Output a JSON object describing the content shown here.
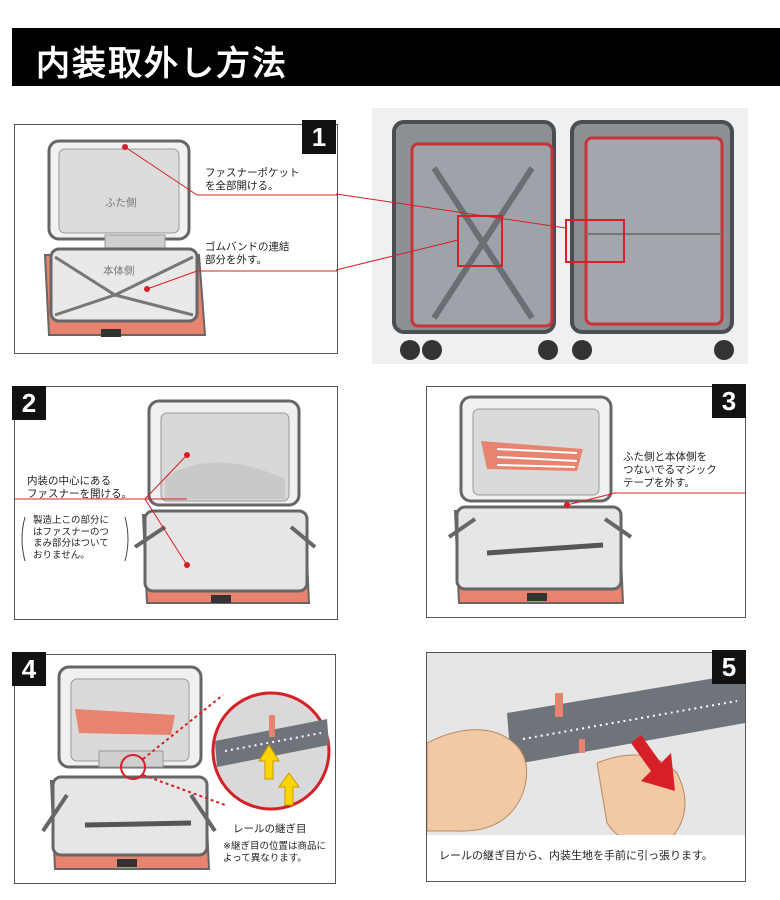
{
  "title": "内装取外し方法",
  "colors": {
    "accent": "#d61f26",
    "case_body": "#e8836f",
    "lining": "#d9d9d9",
    "title_bg": "#000000",
    "arrow_yellow": "#ffd400"
  },
  "steps": [
    {
      "number": "1",
      "labels": {
        "lid_side": "ふた側",
        "body_side": "本体側"
      },
      "notes": {
        "zipper_pocket": "ファスナーポケット\nを全部開ける。",
        "rubber_band": "ゴムバンドの連結\n部分を外す。"
      }
    },
    {
      "number": "2",
      "note": "内装の中心にある\nファスナーを開ける。",
      "sub_note": "製造上この部分に\nはファスナーのつ\nまみ部分はついて\nおりません。"
    },
    {
      "number": "3",
      "note": "ふた側と本体側を\nつないでるマジック\nテープを外す。"
    },
    {
      "number": "4",
      "rail_label": "レールの継ぎ目",
      "rail_note": "※継ぎ目の位置は商品に\nよって異なります。"
    },
    {
      "number": "5",
      "note": "レールの継ぎ目から、内装生地を手前に引っ張ります。"
    }
  ]
}
